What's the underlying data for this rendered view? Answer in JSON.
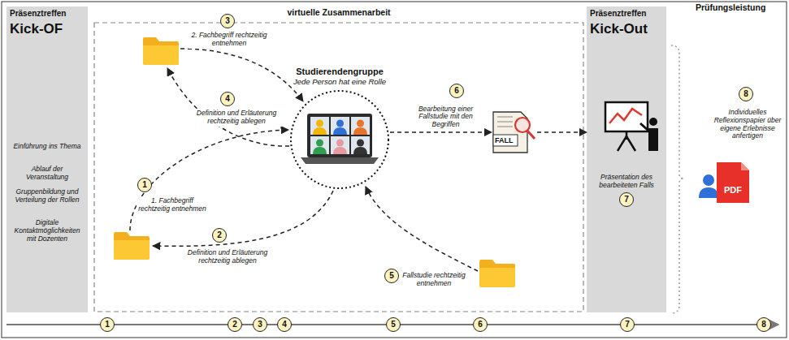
{
  "diagram": {
    "nodes": [
      {
        "text": [
          "Präsenztreffen",
          "Kick-OF",
          "Einführung ins Thema",
          "Ablauf der Veranstaltung",
          "Gruppenbildung und Verteilung der Rollen",
          "Digitale Kontaktmöglichkeiten mit Dozenten"
        ]
      },
      {
        "text": [
          "virtuelle Zusammenarbeit"
        ]
      },
      {
        "text": [
          "Studierendengruppe",
          "Jede Person hat eine Rolle"
        ],
        "in": 1
      },
      {
        "text": [
          "FALL"
        ],
        "in": 1
      },
      {
        "text": [
          "Präsenztreffen",
          "Kick-Out",
          "Präsentation des bearbeiteten Falls"
        ]
      },
      {
        "text": [
          "PDF"
        ]
      }
    ],
    "edges": [
      {
        "from": 2,
        "to": 3,
        "label": "Bearbeitung einer Fallstudie mit den Begriffen",
        "arrow": "to"
      },
      {
        "from": 3,
        "to": 4,
        "arrow": "to"
      }
    ],
    "labels": [
      "Prüfungsleistung",
      "3",
      "2. Fachbegriff rechtzeitig entnehmen",
      "4",
      "Definition und Erläuterung rechtzeitig ablegen",
      "1",
      "1. Fachbegriff rechtzeitig entnehmen",
      "2",
      "Definition und Erläuterung rechtzeitig ablegen",
      "6",
      "5",
      "Fallstudie rechtzeitig entnehmen",
      "7",
      "8",
      "Individuelles Reflexionspapier über eigene Erlebnisse anfertigen",
      "1",
      "2",
      "3",
      "4",
      "5",
      "6",
      "7",
      "8"
    ]
  }
}
